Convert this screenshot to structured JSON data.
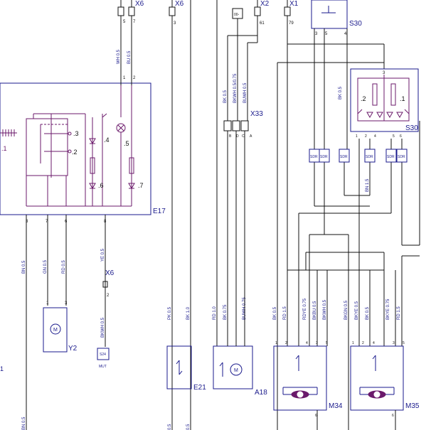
{
  "components": {
    "e17": "E17",
    "y2": "Y2",
    "e21": "E21",
    "a18": "A18",
    "m34": "M34",
    "m35": "M35",
    "s30_top": "S30",
    "s30_mid": "S30",
    "x33": "X33",
    "x6_mid": "X6",
    "x6_top": "X6",
    "x6_top2": "X6",
    "x2": "X2",
    "x1": "X1",
    "s24": "S24",
    "mut": "MUT"
  },
  "wires": {
    "w_bn05": "BN 0.5",
    "w_gn05": "GN 0.5",
    "w_rd05": "RD 0.5",
    "w_ye05": "YE 0.5",
    "w_bkwh05": "BKWH 0.5",
    "w_bn05_b": "BN 0.5",
    "w_wh05": "WH 0.5",
    "w_bu05": "BU 0.5",
    "w_pk05": "PK 0.5",
    "w_bk10": "BK 1.0",
    "w_bk05": "BK 0.5",
    "w_bkwh05b": "BKWH 0.5/0.75",
    "w_buwh05": "BUWH 0.5",
    "w_rd10": "RD 1.0",
    "w_bk075": "BK 0.75",
    "w_buwh075": "BUWH 0.75",
    "w_bk05m": "BK 0.5",
    "w_rd15": "RD 1.5",
    "w_rdye075": "RDYE 0.75",
    "w_bkbu05": "BKBU 0.5",
    "w_bkwh05m": "BKWH 0.5",
    "w_bkgn05": "BKGN 0.5",
    "w_bkye05": "BKYE 0.5",
    "w_bk05n": "BK 0.5",
    "w_bkye075": "BKYE 0.75",
    "w_rd15b": "RD 1.5",
    "w_bn15": "BN 1.5",
    "w_bk05s": "BK 0.5",
    "w_bk05e21": "0.5",
    "w_bk05e21b": "0.5"
  },
  "pins": {
    "e17_3": "3",
    "e17_7": "7",
    "e17_6": "6",
    "e17_8": "8",
    "e17_1": "1",
    "e17_2": "2",
    "y2_1": "1",
    "y2_3": "3",
    "x6_2": "2",
    "x6t_5": "5",
    "x6t_7": "7",
    "x6t2_3": "3",
    "x2_61": "61",
    "x1_79": "79",
    "s30_3": "3",
    "s30_5": "5",
    "s30_4": "4",
    "s30b_3": "3",
    "s30b_2": "2",
    "s30b_1": "1",
    "s30b_4": "4",
    "s30b_5": "5",
    "s30b_6": "6",
    "x33_b": "B",
    "x33_d": "D",
    "x33_c": "C",
    "x33_a": "A",
    "m34_1": "1",
    "m34_2": "2",
    "m34_4": "4",
    "m34_3": "3",
    "m34_5": "5",
    "m34_6": "6",
    "m35_1": "1",
    "m35_2": "2",
    "m35_4": "4",
    "m35_3": "3",
    "m35_5": "5",
    "m35_6": "6",
    "sw_3": ".3",
    "sw_2": ".2",
    "sw_4": ".4",
    "sw_5": ".5",
    "sw_6": ".6",
    "sw_7": ".7",
    "sw_1": ".1",
    "s30_p2": ".2",
    "s30_p1": ".1",
    "left_1": "1",
    "x2_box": "00-"
  },
  "diodes": {
    "sdr": "SDR"
  }
}
